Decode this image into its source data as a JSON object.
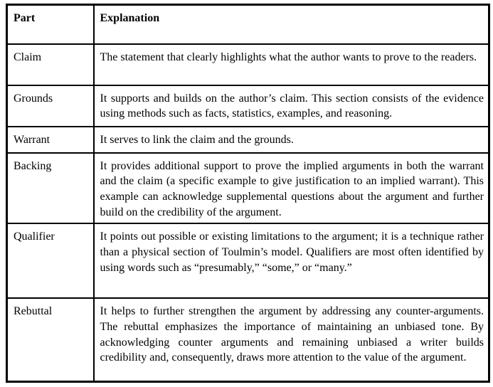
{
  "table": {
    "headers": {
      "part": "Part",
      "explanation": "Explanation"
    },
    "rows": [
      {
        "part": "Claim",
        "explanation": "The statement that clearly highlights what the author wants to prove to the readers."
      },
      {
        "part": "Grounds",
        "explanation": "It supports and builds on the author’s claim. This section consists of the evidence using methods such as facts, statistics, examples, and reasoning."
      },
      {
        "part": "Warrant",
        "explanation": "It serves to link the claim and the grounds."
      },
      {
        "part": "Backing",
        "explanation": "It provides additional support to prove the implied arguments in both the warrant and the claim (a specific example to give justification to an implied warrant). This example can acknowledge supplemental questions about the argument and further build on the credibility of the argument."
      },
      {
        "part": "Qualifier",
        "explanation": "It points out possible or existing limitations to the argument; it is a technique rather than a physical section of Toulmin’s model. Qualifiers are most often identified by using words such as “presumably,” “some,” or “many.”"
      },
      {
        "part": "Rebuttal",
        "explanation": "It helps to further strengthen the argument by addressing any counter-arguments. The rebuttal emphasizes the importance of maintaining an unbiased tone. By acknowledging counter arguments and remaining unbiased a writer builds credibility and, consequently, draws more attention to the value of the argument."
      }
    ],
    "colors": {
      "border": "#000000",
      "text": "#000000",
      "background": "#ffffff"
    }
  }
}
